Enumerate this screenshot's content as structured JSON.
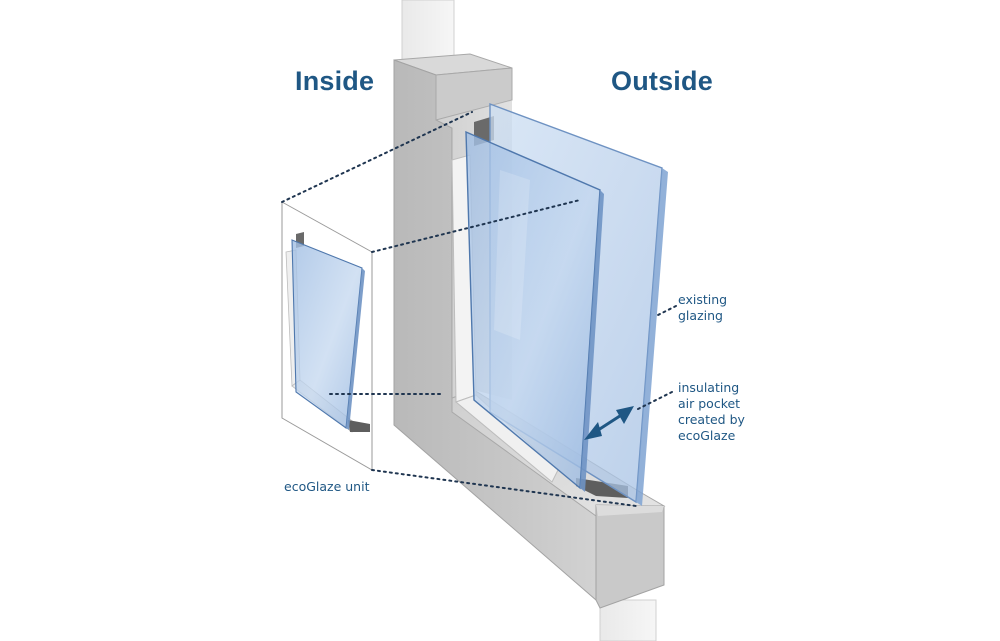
{
  "labels": {
    "inside": "Inside",
    "outside": "Outside",
    "unit": "ecoGlaze unit",
    "existing_glazing": [
      "existing",
      "glazing"
    ],
    "air_pocket": [
      "insulating",
      "air pocket",
      "created by",
      "ecoGlaze"
    ]
  },
  "colors": {
    "label_blue": "#1f5784",
    "wall_grey": "#bcbcbc",
    "glass_blue": "#a9c4e6"
  }
}
